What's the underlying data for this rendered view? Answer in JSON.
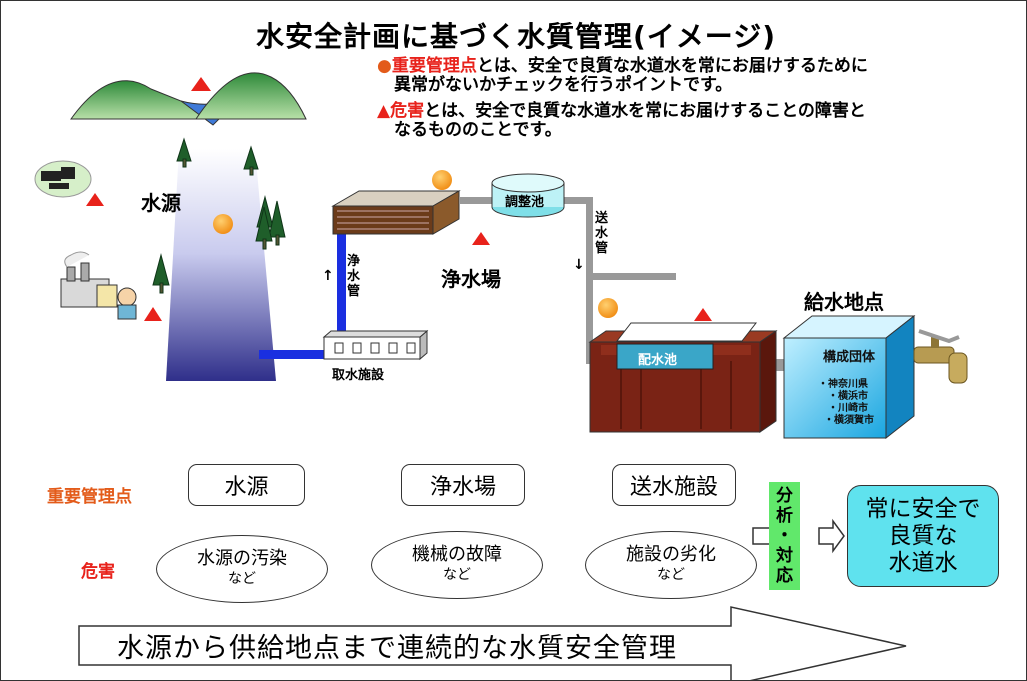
{
  "title": "水安全計画に基づく水質管理(イメージ)",
  "notes": {
    "ccp_mark": "●",
    "ccp_term": "重要管理点",
    "ccp_text_line1": "とは、安全で良質な水道水を常にお届けするために",
    "ccp_text_line2": "異常がないかチェックを行うポイントです。",
    "hazard_mark": "▲",
    "hazard_term": "危害",
    "hazard_text_line1": "とは、安全で良質な水道水を常にお届けすることの障害と",
    "hazard_text_line2": "なるもののことです。"
  },
  "diagram": {
    "water_source": "水源",
    "treatment_plant": "浄水場",
    "intake": "取水施設",
    "purified_pipe": [
      "浄",
      "水",
      "管"
    ],
    "adjust_pond": "調整池",
    "transmission": [
      "送",
      "水",
      "管"
    ],
    "distribution_pond": "配水池",
    "supply_point": "給水地点",
    "members_title": "構成団体",
    "members": [
      "・神奈川県",
      "・横浜市",
      "・川崎市",
      "・横須賀市"
    ]
  },
  "table": {
    "ccp_row_label": "重要管理点",
    "hazard_row_label": "危害",
    "ccp_items": [
      "水源",
      "浄水場",
      "送水施設"
    ],
    "hazards": [
      {
        "main": "水源の汚染",
        "sub": "など"
      },
      {
        "main": "機械の故障",
        "sub": "など"
      },
      {
        "main": "施設の劣化",
        "sub": "など"
      }
    ],
    "analysis_chars": [
      "分",
      "析",
      "・",
      "対",
      "応"
    ],
    "result_lines": [
      "常に安全で",
      "良質な",
      "水道水"
    ]
  },
  "bottom_arrow_text": "水源から供給地点まで連続的な水質安全管理",
  "colors": {
    "accent_red": "#e8221b",
    "accent_orange": "#e35b1a",
    "ccp_dot": "#f39a1a",
    "green_box": "#61e86b",
    "result_box": "#5fe2ee",
    "pipe_blue": "#1a2fe0",
    "basin_brown": "#7a2315"
  }
}
